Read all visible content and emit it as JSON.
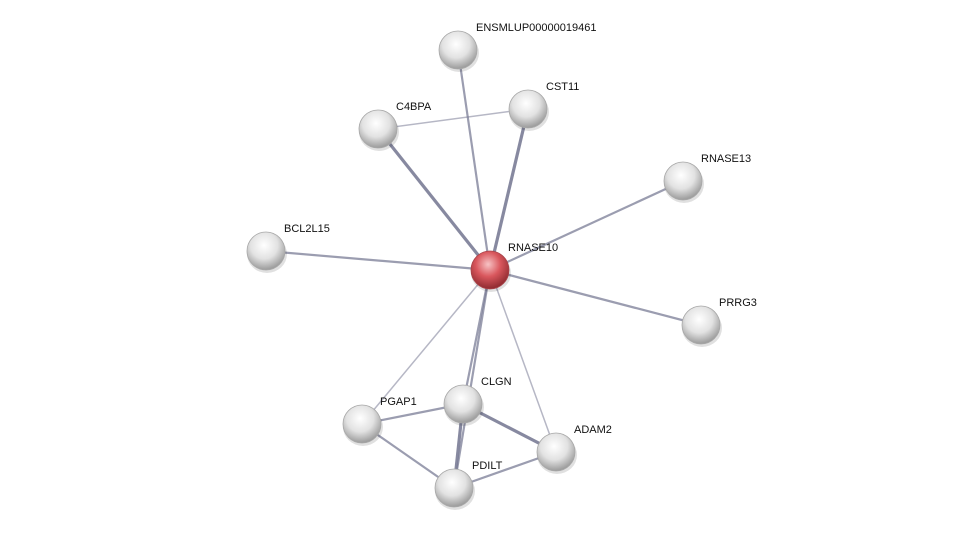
{
  "network": {
    "nodes": [
      {
        "id": "RNASE10",
        "label": "RNASE10",
        "query": true
      },
      {
        "id": "ENSMLUP00000019461",
        "label": "ENSMLUP00000019461"
      },
      {
        "id": "CST11",
        "label": "CST11"
      },
      {
        "id": "C4BPA",
        "label": "C4BPA"
      },
      {
        "id": "RNASE13",
        "label": "RNASE13"
      },
      {
        "id": "BCL2L15",
        "label": "BCL2L15"
      },
      {
        "id": "PRRG3",
        "label": "PRRG3"
      },
      {
        "id": "PGAP1",
        "label": "PGAP1"
      },
      {
        "id": "CLGN",
        "label": "CLGN"
      },
      {
        "id": "ADAM2",
        "label": "ADAM2"
      },
      {
        "id": "PDILT",
        "label": "PDILT"
      }
    ],
    "edges": [
      {
        "a": "RNASE10",
        "b": "ENSMLUP00000019461",
        "strength": "medium"
      },
      {
        "a": "RNASE10",
        "b": "CST11",
        "strength": "strong"
      },
      {
        "a": "RNASE10",
        "b": "C4BPA",
        "strength": "strong"
      },
      {
        "a": "RNASE10",
        "b": "RNASE13",
        "strength": "medium"
      },
      {
        "a": "RNASE10",
        "b": "BCL2L15",
        "strength": "medium"
      },
      {
        "a": "RNASE10",
        "b": "PRRG3",
        "strength": "medium"
      },
      {
        "a": "RNASE10",
        "b": "PGAP1",
        "strength": "weak"
      },
      {
        "a": "RNASE10",
        "b": "CLGN",
        "strength": "medium"
      },
      {
        "a": "RNASE10",
        "b": "PDILT",
        "strength": "medium"
      },
      {
        "a": "RNASE10",
        "b": "ADAM2",
        "strength": "weak"
      },
      {
        "a": "C4BPA",
        "b": "CST11",
        "strength": "weak"
      },
      {
        "a": "PGAP1",
        "b": "CLGN",
        "strength": "medium"
      },
      {
        "a": "PGAP1",
        "b": "PDILT",
        "strength": "medium"
      },
      {
        "a": "CLGN",
        "b": "PDILT",
        "strength": "strong"
      },
      {
        "a": "CLGN",
        "b": "ADAM2",
        "strength": "strong"
      },
      {
        "a": "PDILT",
        "b": "ADAM2",
        "strength": "medium"
      }
    ]
  },
  "colors": {
    "query_node": "#d9575d",
    "node": "#d8d8d8",
    "edge": "#7a7c96"
  }
}
